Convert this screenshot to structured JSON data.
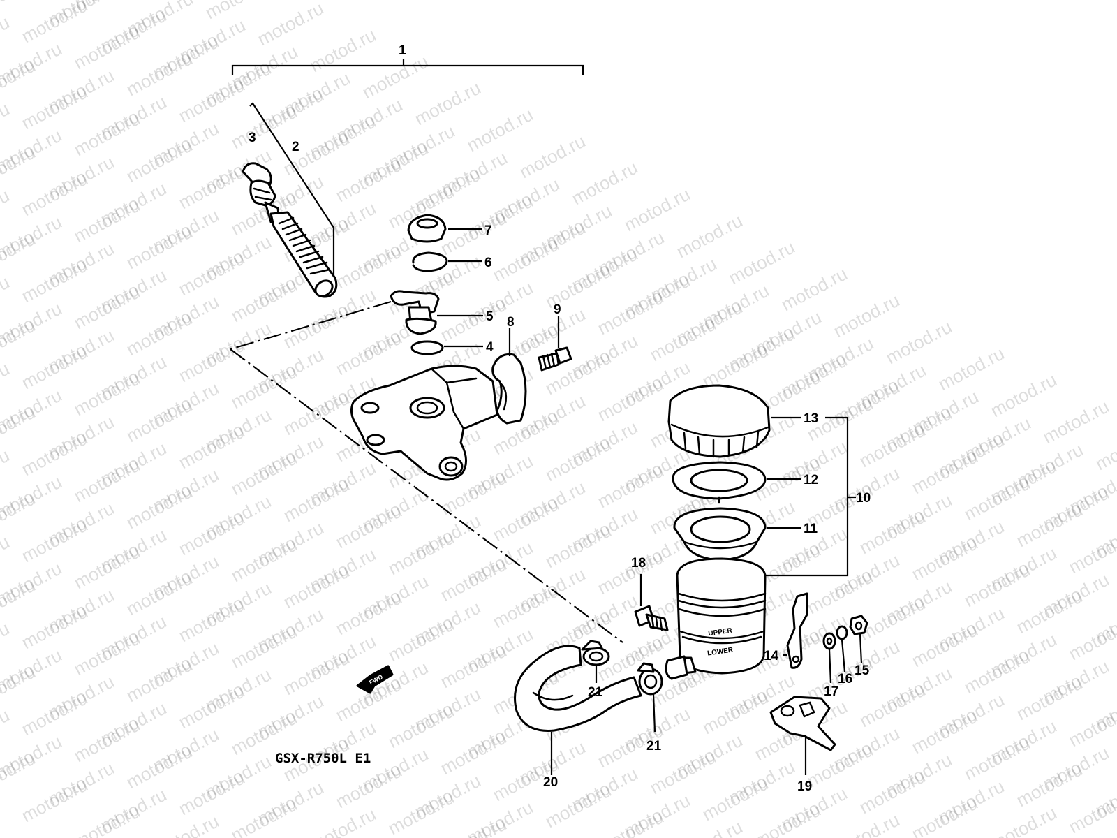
{
  "watermark": "motod.ru",
  "model_label": "GSX-R750L E1",
  "direction_label": "FWD",
  "callouts": [
    {
      "id": "1",
      "text": "1"
    },
    {
      "id": "2",
      "text": "2"
    },
    {
      "id": "3",
      "text": "3"
    },
    {
      "id": "4",
      "text": "4"
    },
    {
      "id": "5",
      "text": "5"
    },
    {
      "id": "6",
      "text": "6"
    },
    {
      "id": "7",
      "text": "7"
    },
    {
      "id": "8",
      "text": "8"
    },
    {
      "id": "9",
      "text": "9"
    },
    {
      "id": "10",
      "text": "10"
    },
    {
      "id": "11",
      "text": "11"
    },
    {
      "id": "12",
      "text": "12"
    },
    {
      "id": "13",
      "text": "13"
    },
    {
      "id": "14",
      "text": "14"
    },
    {
      "id": "15",
      "text": "15"
    },
    {
      "id": "16",
      "text": "16"
    },
    {
      "id": "17",
      "text": "17"
    },
    {
      "id": "18",
      "text": "18"
    },
    {
      "id": "19",
      "text": "19"
    },
    {
      "id": "20",
      "text": "20"
    },
    {
      "id": "21a",
      "text": "21"
    },
    {
      "id": "21b",
      "text": "21"
    }
  ]
}
